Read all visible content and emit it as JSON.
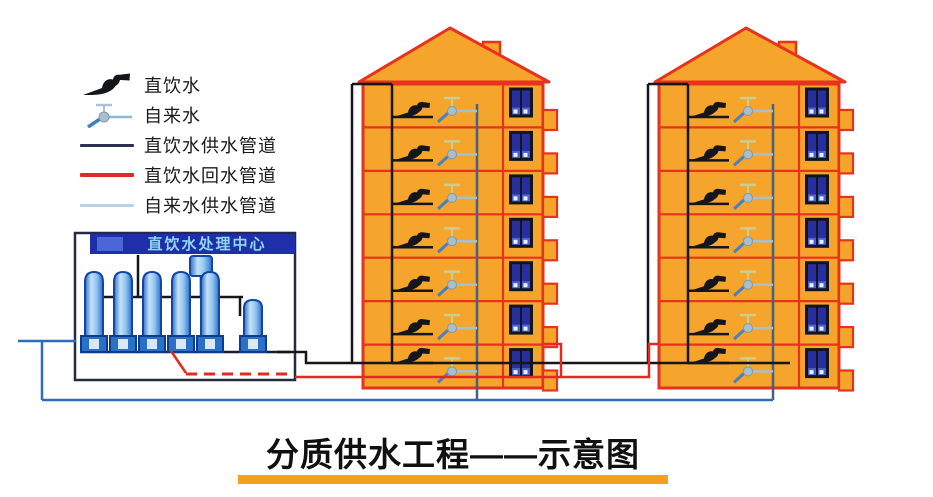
{
  "title": {
    "text": "分质供水工程——示意图",
    "underline_color": "#F59F1E"
  },
  "legend": {
    "items": [
      {
        "label": "直饮水",
        "icon": "direct-water-tap-icon"
      },
      {
        "label": "自来水",
        "icon": "tap-water-tap-icon"
      },
      {
        "label": "直饮水供水管道",
        "swatch": "#2E3050"
      },
      {
        "label": "直饮水回水管道",
        "swatch": "#E32A20"
      },
      {
        "label": "自来水供水管道",
        "swatch": "#B6D2E4"
      }
    ]
  },
  "treatment_center": {
    "label": "直饮水处理中心",
    "tank_count_tall": 5,
    "tank_count_short": 1
  },
  "buildings": [
    {
      "name": "building-1",
      "floors": 7,
      "taps_per_floor": 2,
      "windows_per_floor": 1
    },
    {
      "name": "building-2",
      "floors": 7,
      "taps_per_floor": 2,
      "windows_per_floor": 1
    }
  ],
  "colors": {
    "building_orange": "#F5A42C",
    "building_red": "#E8321E",
    "direct_water_pipe": "#15161C",
    "return_pipe": "#E32A20",
    "tap_water_pipe_main": "#2B6BC0",
    "tap_water_pipe_light": "#B6D2E4",
    "window_blue": "#272F9E",
    "center_header_blue": "#1E2FA8",
    "center_header_text": "#8FD8F0",
    "title_underline": "#F59F1E"
  }
}
